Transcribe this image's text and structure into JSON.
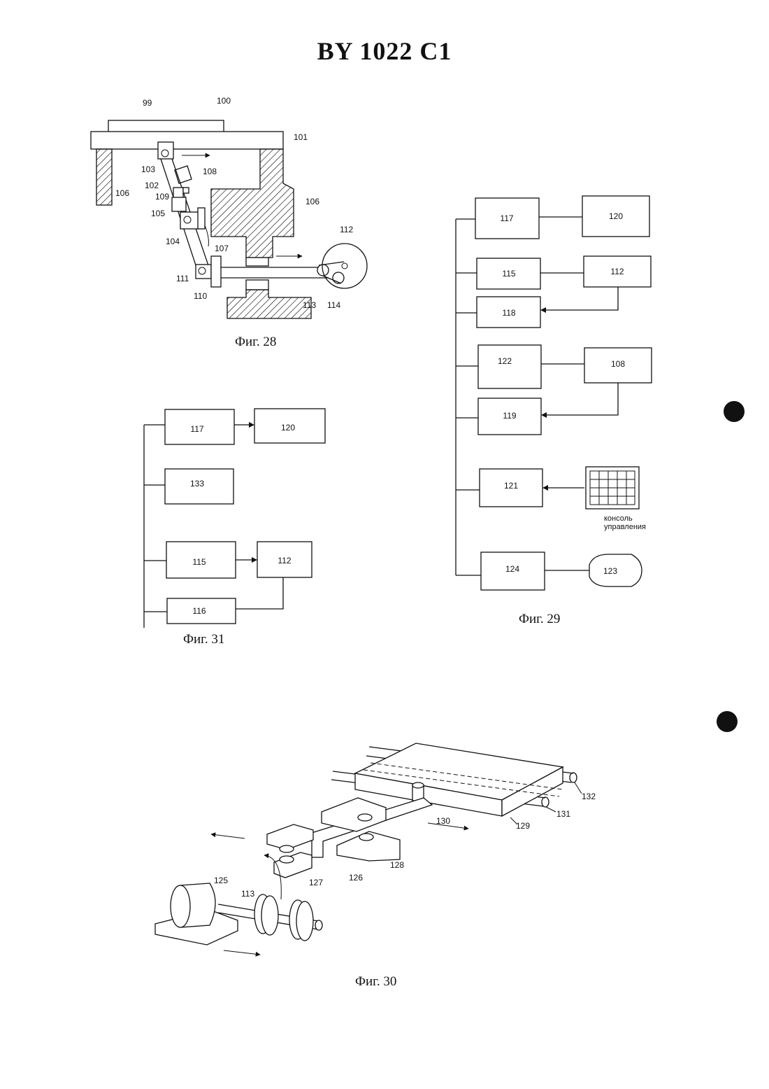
{
  "header": {
    "title": "BY 1022 C1"
  },
  "figures": {
    "fig28": {
      "caption": "Фиг. 28",
      "labels": [
        "99",
        "100",
        "101",
        "103",
        "108",
        "102",
        "106",
        "106",
        "109",
        "105",
        "104",
        "107",
        "112",
        "111",
        "110",
        "113",
        "114"
      ]
    },
    "fig29": {
      "caption": "Фиг. 29",
      "boxes": [
        "117",
        "120",
        "115",
        "112",
        "118",
        "122",
        "108",
        "119",
        "121",
        "124",
        "123"
      ],
      "console_label_line1": "консоль",
      "console_label_line2": "управления"
    },
    "fig31": {
      "caption": "Фиг. 31",
      "boxes": [
        "117",
        "120",
        "133",
        "115",
        "112",
        "116"
      ]
    },
    "fig30": {
      "caption": "Фиг. 30",
      "labels": [
        "132",
        "131",
        "129",
        "130",
        "128",
        "127",
        "126",
        "125",
        "113"
      ]
    }
  }
}
